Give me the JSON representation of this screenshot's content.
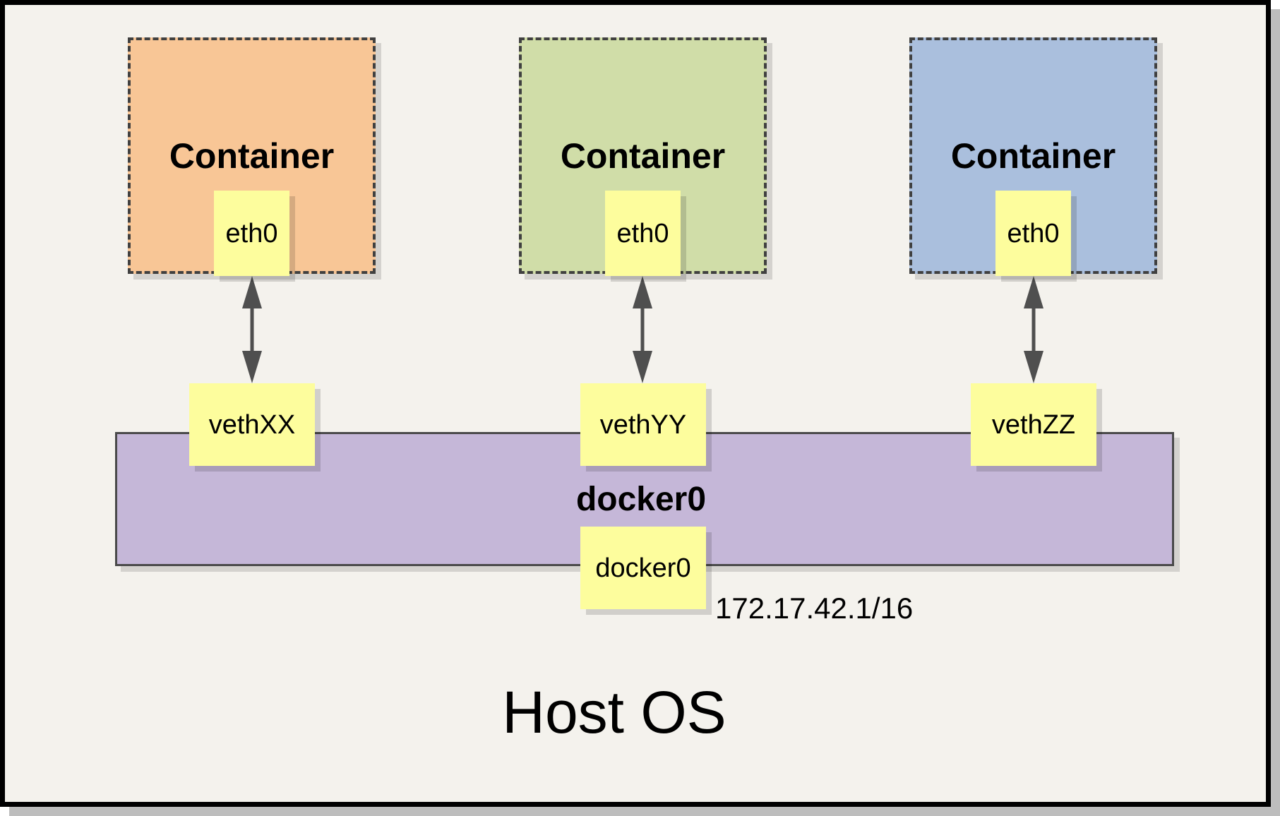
{
  "diagram": {
    "host_label": "Host OS",
    "bridge": {
      "label": "docker0",
      "interface": "docker0",
      "ip": "172.17.42.1/16",
      "fill": "#C5B7D8"
    },
    "containers": [
      {
        "title": "Container",
        "interface": "eth0",
        "veth": "vethXX",
        "fill": "#F8C696"
      },
      {
        "title": "Container",
        "interface": "eth0",
        "veth": "vethYY",
        "fill": "#D0DDA8"
      },
      {
        "title": "Container",
        "interface": "eth0",
        "veth": "vethZZ",
        "fill": "#AABFDD"
      }
    ],
    "colors": {
      "canvas_bg": "#F4F2ED",
      "note_fill": "#FDFD9D",
      "frame": "#000000",
      "frame_shadow": "#BDBDBD",
      "dashed_border": "#404040",
      "arrow": "#4F4F4F"
    }
  }
}
